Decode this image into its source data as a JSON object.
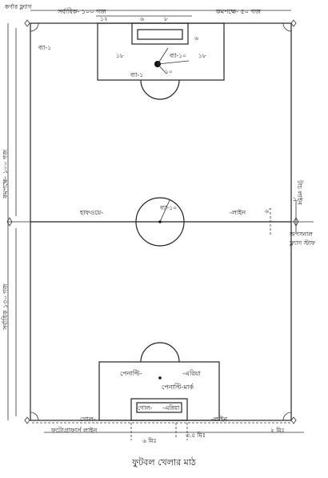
{
  "caption": "ফুটবল খেলার মাঠ",
  "labels": {
    "corner_flag": "কর্ণার ফ্ল্যাগ",
    "top_max": "সর্বাধিক- ১০০ গজ",
    "top_min": "কমপক্ষে- ৫০ গজ",
    "left_min": "কমপক্ষে- ১০০ গজ",
    "left_max": "সর্বাধিক ১৩০ গজ",
    "touch_line": "টাচ লাইন",
    "halfway_left": "হাফওয়ে-",
    "halfway_right": "-লাইন",
    "optional_flag_1": "অপসনাল",
    "optional_flag_2": "ফ্ল্যাগ স্টাফ",
    "penalty_area_left": "পেনাল্টি-",
    "penalty_area_right": "-এরিয়া",
    "penalty_mark": "পেনাল্টি-মার্ক",
    "goal_area_left": "গোল-",
    "goal_area_right": "-এরিয়া",
    "goal_line_left": "গোল-",
    "goal_line_right": "-লাইন",
    "goalpost_line": "ফটোগ্রাফার্স লাইন",
    "radius_10": "ব্যা-১০",
    "radius_10_center": "ব্যা-১০",
    "radius_1": "ব্যা-১",
    "dim_12": "১২",
    "dim_6a": "৬",
    "dim_8": "৮",
    "dim_6b": "৬",
    "dim_18a": "১৮",
    "dim_18b": "১৮",
    "dim_circle_10": "১০",
    "dim_6in": "৬\"",
    "dim_1": "১",
    "dim_6m": "৬ মিঃ",
    "dim_3_5m": "৩.৫ মিঃ",
    "dim_2m": "২ মিঃ"
  }
}
